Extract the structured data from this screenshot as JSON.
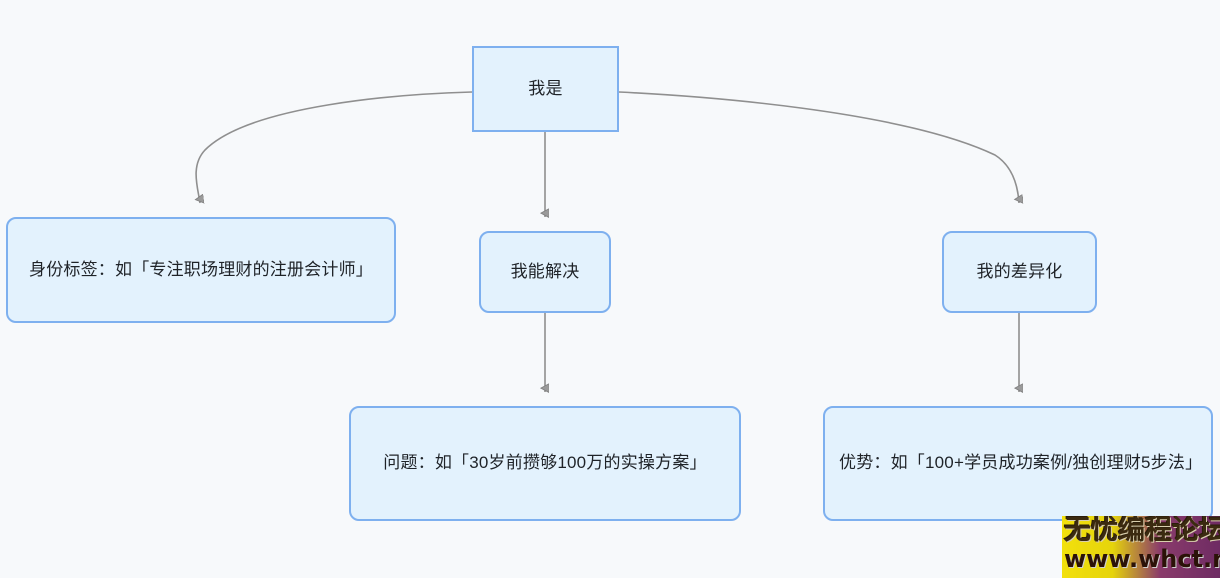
{
  "diagram": {
    "type": "flowchart",
    "direction": "top-down",
    "background_color": "#f7f9fb",
    "node_fill_color": "#e3f2fd",
    "node_border_color": "#7eb0ef",
    "edge_color": "#8f8f8f",
    "text_color": "#1f2328",
    "nodes": [
      {
        "id": "root",
        "label": "我是",
        "shape": "rectangle"
      },
      {
        "id": "identity",
        "label": "身份标签：如「专注职场理财的注册会计师」",
        "shape": "rounded-rectangle"
      },
      {
        "id": "solve",
        "label": "我能解决",
        "shape": "rounded-rectangle"
      },
      {
        "id": "diff",
        "label": "我的差异化",
        "shape": "rounded-rectangle"
      },
      {
        "id": "problem",
        "label": "问题：如「30岁前攒够100万的实操方案」",
        "shape": "rounded-rectangle"
      },
      {
        "id": "advantage",
        "label": "优势：如「100+学员成功案例/独创理财5步法」",
        "shape": "rounded-rectangle"
      }
    ],
    "edges": [
      {
        "from": "root",
        "to": "identity",
        "style": "curved",
        "arrowhead": "triangle"
      },
      {
        "from": "root",
        "to": "solve",
        "style": "straight",
        "arrowhead": "triangle"
      },
      {
        "from": "root",
        "to": "diff",
        "style": "curved",
        "arrowhead": "triangle"
      },
      {
        "from": "solve",
        "to": "problem",
        "style": "straight",
        "arrowhead": "triangle"
      },
      {
        "from": "diff",
        "to": "advantage",
        "style": "straight",
        "arrowhead": "triangle"
      }
    ]
  },
  "watermark": {
    "line1": "无忧编程论坛",
    "line2": "www.whct.net"
  }
}
